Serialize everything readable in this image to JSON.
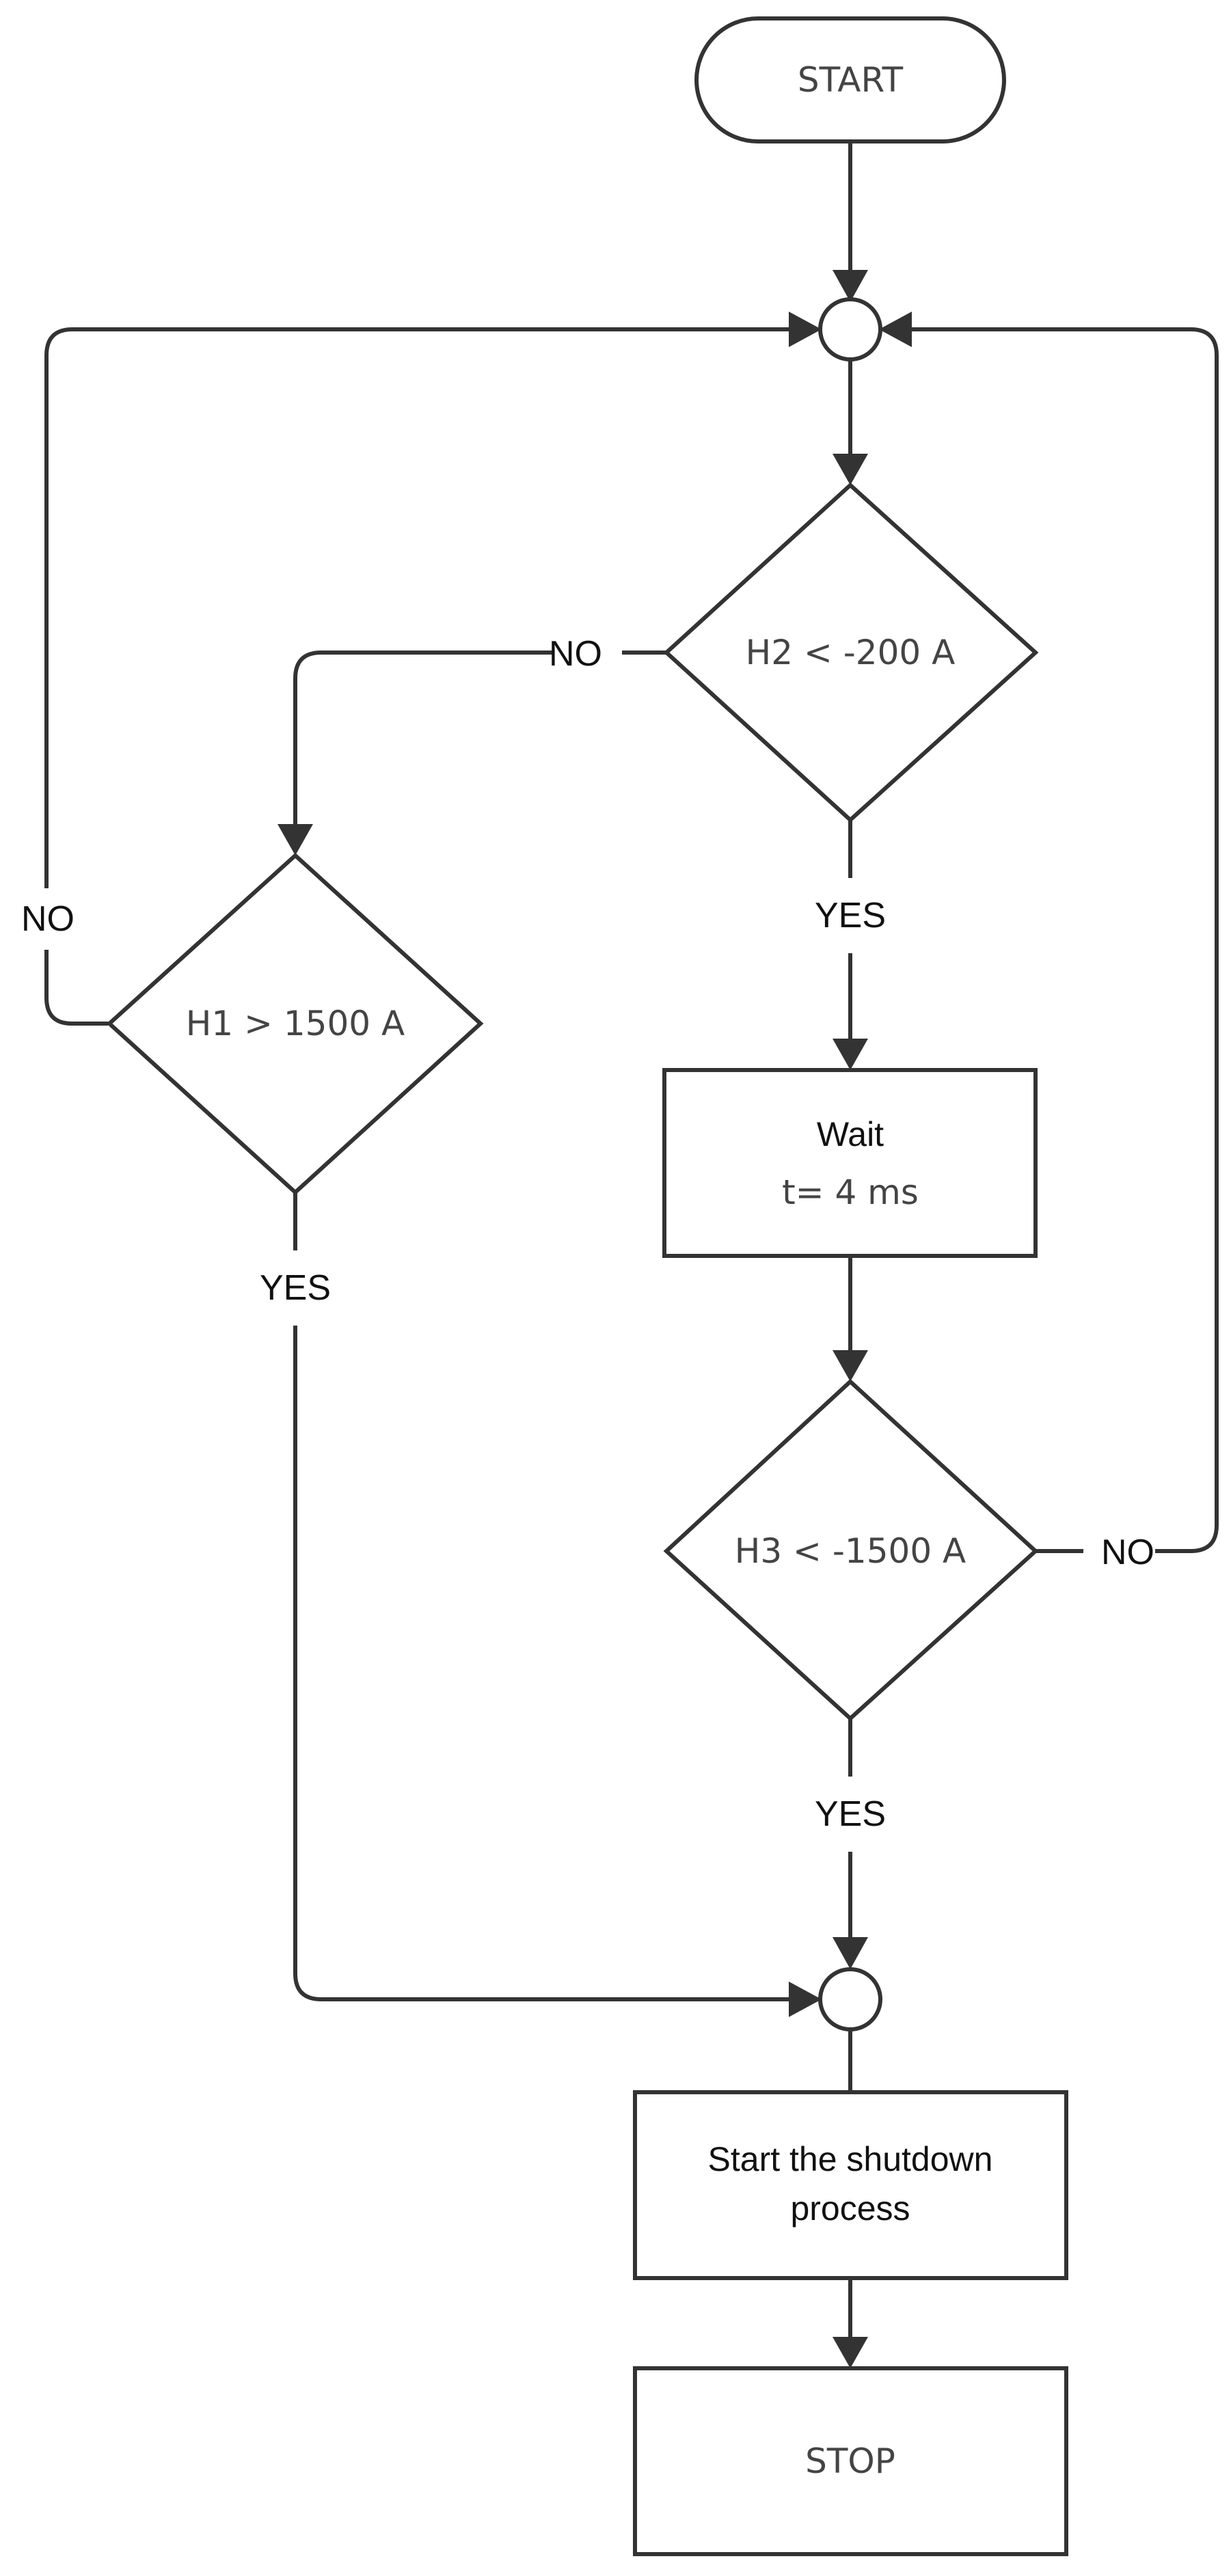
{
  "nodes": {
    "start": "START",
    "h2_decision": "H2 < -200 A",
    "h1_decision": "H1 > 1500 A",
    "wait_line1": "Wait",
    "wait_line2": "t= 4 ms",
    "h3_decision": "H3 < -1500 A",
    "shutdown_line1": "Start the shutdown",
    "shutdown_line2": "process",
    "stop": "STOP"
  },
  "labels": {
    "h2_no": "NO",
    "h2_yes": "YES",
    "h1_no": "NO",
    "h1_yes": "YES",
    "h3_no": "NO",
    "h3_yes": "YES"
  }
}
